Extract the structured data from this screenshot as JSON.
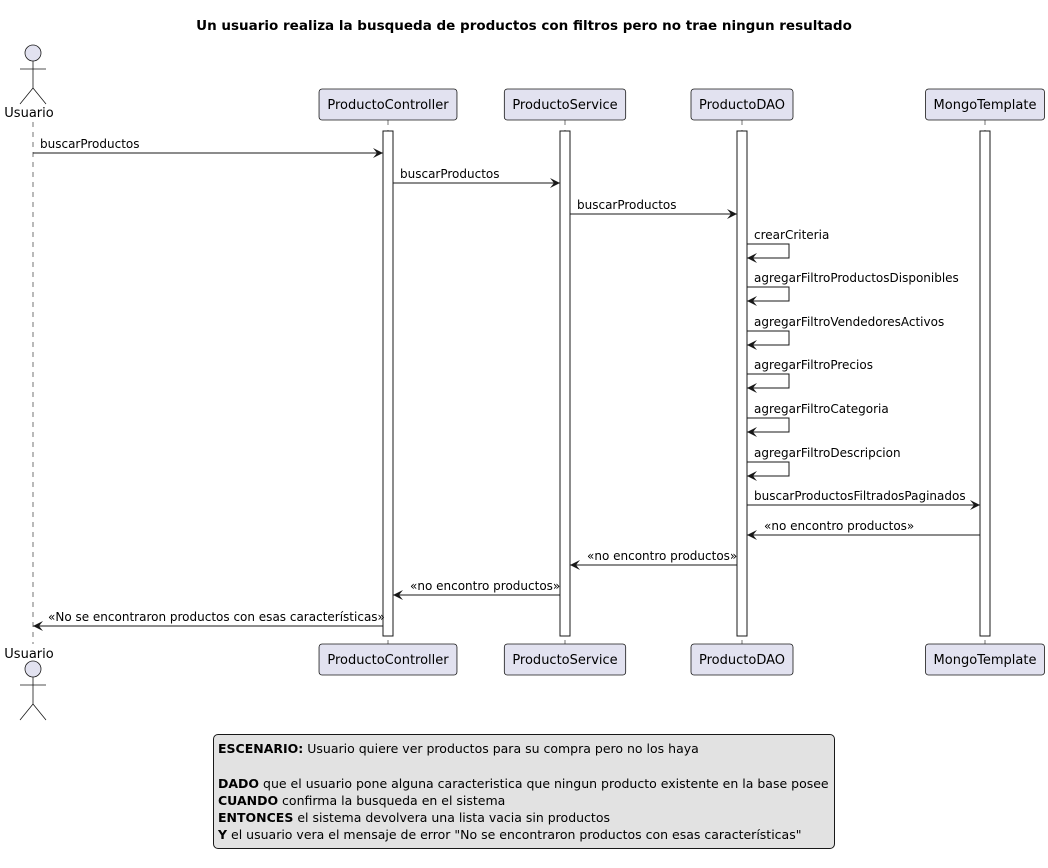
{
  "title": "Un usuario realiza la busqueda de productos con filtros pero no trae ningun resultado",
  "actor": {
    "name": "Usuario"
  },
  "participants": [
    {
      "id": "controller",
      "name": "ProductoController"
    },
    {
      "id": "service",
      "name": "ProductoService"
    },
    {
      "id": "dao",
      "name": "ProductoDAO"
    },
    {
      "id": "mongo",
      "name": "MongoTemplate"
    }
  ],
  "messages": [
    {
      "from": "actor",
      "to": "controller",
      "label": "buscarProductos",
      "kind": "sync"
    },
    {
      "from": "controller",
      "to": "service",
      "label": "buscarProductos",
      "kind": "sync"
    },
    {
      "from": "service",
      "to": "dao",
      "label": "buscarProductos",
      "kind": "sync"
    },
    {
      "from": "dao",
      "to": "dao",
      "label": "crearCriteria",
      "kind": "self"
    },
    {
      "from": "dao",
      "to": "dao",
      "label": "agregarFiltroProductosDisponibles",
      "kind": "self"
    },
    {
      "from": "dao",
      "to": "dao",
      "label": "agregarFiltroVendedoresActivos",
      "kind": "self"
    },
    {
      "from": "dao",
      "to": "dao",
      "label": "agregarFiltroPrecios",
      "kind": "self"
    },
    {
      "from": "dao",
      "to": "dao",
      "label": "agregarFiltroCategoria",
      "kind": "self"
    },
    {
      "from": "dao",
      "to": "dao",
      "label": "agregarFiltroDescripcion",
      "kind": "self"
    },
    {
      "from": "dao",
      "to": "mongo",
      "label": "buscarProductosFiltradosPaginados",
      "kind": "sync"
    },
    {
      "from": "mongo",
      "to": "dao",
      "label": "«no encontro productos»",
      "kind": "return"
    },
    {
      "from": "dao",
      "to": "service",
      "label": "«no encontro productos»",
      "kind": "return"
    },
    {
      "from": "service",
      "to": "controller",
      "label": "«no encontro productos»",
      "kind": "return"
    },
    {
      "from": "controller",
      "to": "actor",
      "label": "«No se encontraron productos con esas características»",
      "kind": "return"
    }
  ],
  "note": {
    "scenario_label": "ESCENARIO:",
    "scenario_text": " Usuario quiere ver productos para su compra pero no los haya",
    "given_label": "DADO",
    "given_text": " que el usuario pone alguna caracteristica que ningun producto existente en la base posee",
    "when_label": "CUANDO",
    "when_text": " confirma la busqueda en el sistema",
    "then_label": "ENTONCES",
    "then_text": " el sistema devolvera una lista vacia sin productos",
    "and_label": "Y",
    "and_text": " el usuario vera el mensaje de error \"No se encontraron productos con esas características\""
  },
  "colors": {
    "participant_fill": "#e2e2f0",
    "line": "#181818",
    "lifeline": "#181818",
    "activation_fill": "#ffffff",
    "note_fill": "#e2e2e2"
  }
}
